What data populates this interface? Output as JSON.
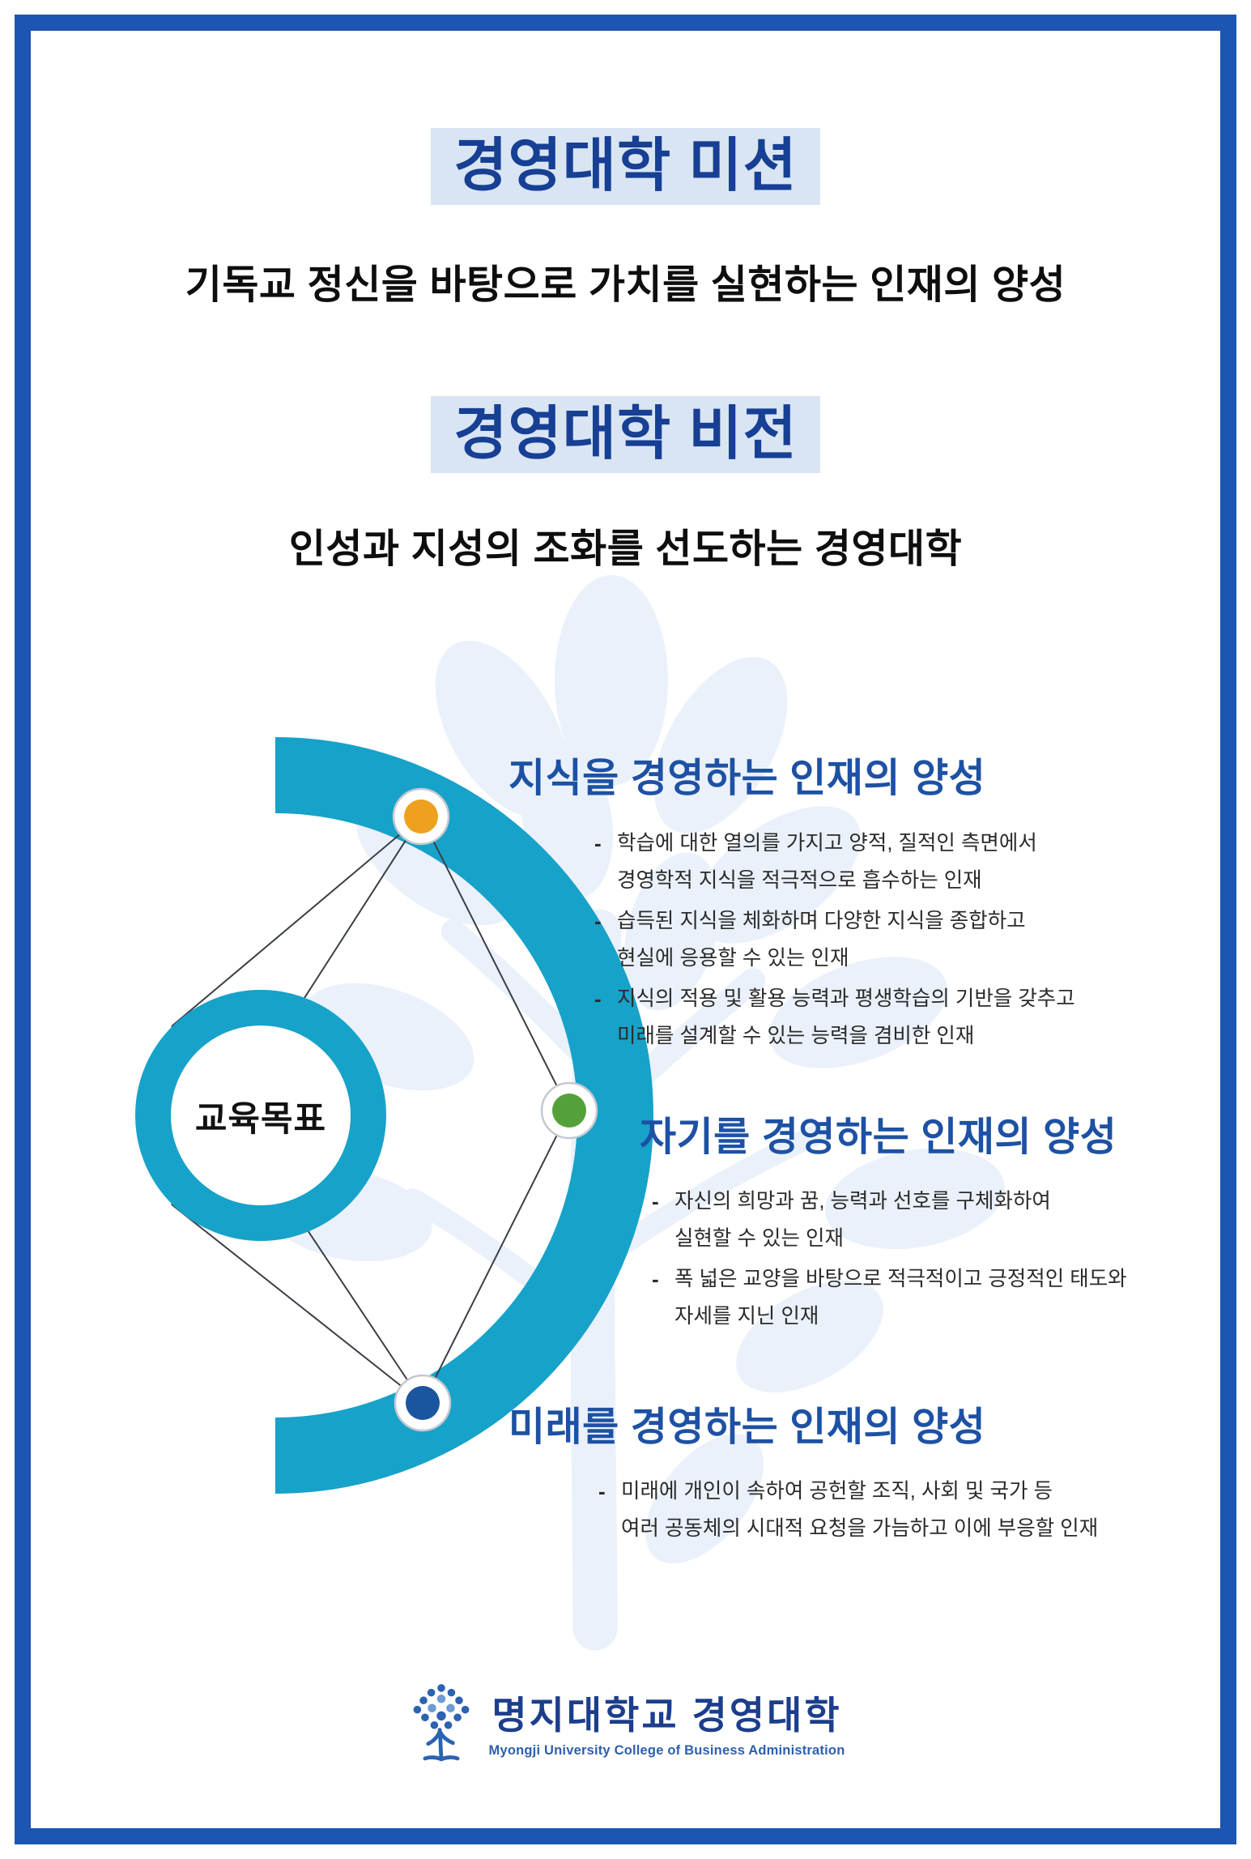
{
  "ui": {
    "bullet_marker": "-"
  },
  "colors": {
    "frame_blue": "#1c55b3",
    "title_blue": "#173f94",
    "title_highlight": "#d9e5f3",
    "heading_blue": "#1d51a4",
    "footer_blue": "#1c3e8c"
  },
  "mission": {
    "title": "경영대학 미션",
    "subtitle": "기독교 정신을 바탕으로 가치를 실현하는 인재의 양성"
  },
  "vision": {
    "title": "경영대학 비전",
    "subtitle": "인성과 지성의 조화를 선도하는 경영대학"
  },
  "diagram": {
    "center_label": "교육목표",
    "arc_color": "#17a2c9",
    "node_colors": {
      "knowledge": "#eea11e",
      "self": "#55a139",
      "future": "#1a55a0"
    }
  },
  "sections": [
    {
      "title": "지식을 경영하는 인재의 양성",
      "bullets": [
        "학습에 대한 열의를 가지고 양적, 질적인 측면에서\n경영학적 지식을 적극적으로 흡수하는 인재",
        "습득된 지식을 체화하며 다양한 지식을 종합하고\n현실에 응용할 수 있는 인재",
        "지식의 적용 및 활용 능력과 평생학습의 기반을 갖추고\n미래를 설계할 수 있는 능력을 겸비한 인재"
      ]
    },
    {
      "title": "자기를 경영하는 인재의 양성",
      "bullets": [
        "자신의 희망과 꿈, 능력과 선호를 구체화하여\n실현할 수 있는 인재",
        "폭 넓은 교양을 바탕으로 적극적이고 긍정적인 태도와\n자세를 지닌 인재"
      ]
    },
    {
      "title": "미래를 경영하는 인재의 양성",
      "bullets": [
        "미래에 개인이 속하여 공헌할 조직, 사회 및 국가 등\n여러 공동체의 시대적 요청을 가늠하고 이에 부응할 인재"
      ]
    }
  ],
  "footer": {
    "name": "명지대학교 경영대학",
    "subtitle": "Myongji University College of Business Administration"
  }
}
